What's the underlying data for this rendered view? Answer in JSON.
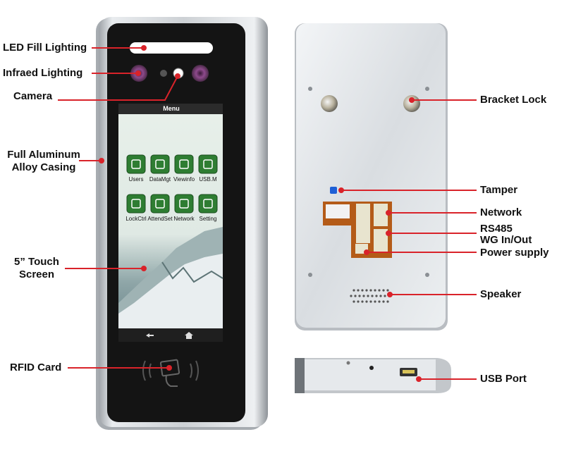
{
  "colors": {
    "line": "#d9232a",
    "casing": "#c9ccd0",
    "bezel": "#141414",
    "screen_bg": "#e7efe9",
    "app_tile": "#2e7d32",
    "back_panel": "#dfe2e6"
  },
  "labels": {
    "led_fill": "LED Fill Lighting",
    "infrared": "Infraed Lighting",
    "camera": "Camera",
    "casing_line1": "Full Aluminum",
    "casing_line2": "Alloy Casing",
    "touch_line1": "5” Touch",
    "touch_line2": "Screen",
    "rfid": "RFID Card",
    "bracket_lock": "Bracket Lock",
    "tamper": "Tamper",
    "network": "Network",
    "rs485": "RS485",
    "wg": "WG In/Out",
    "power": "Power supply",
    "speaker": "Speaker",
    "usb": "USB Port"
  },
  "screen": {
    "title": "Menu",
    "apps": [
      {
        "label": "Users",
        "icon": "users-icon"
      },
      {
        "label": "DataMgt",
        "icon": "data-management-icon"
      },
      {
        "label": "Viewinfo",
        "icon": "view-info-icon"
      },
      {
        "label": "USB.M",
        "icon": "usb-manager-icon"
      },
      {
        "label": "LockCtrl",
        "icon": "lock-control-icon"
      },
      {
        "label": "AttendSet",
        "icon": "attendance-settings-icon"
      },
      {
        "label": "Network",
        "icon": "network-icon"
      },
      {
        "label": "Setting",
        "icon": "gear-icon"
      }
    ],
    "nav": [
      {
        "icon": "back-icon"
      },
      {
        "icon": "home-icon"
      }
    ]
  }
}
